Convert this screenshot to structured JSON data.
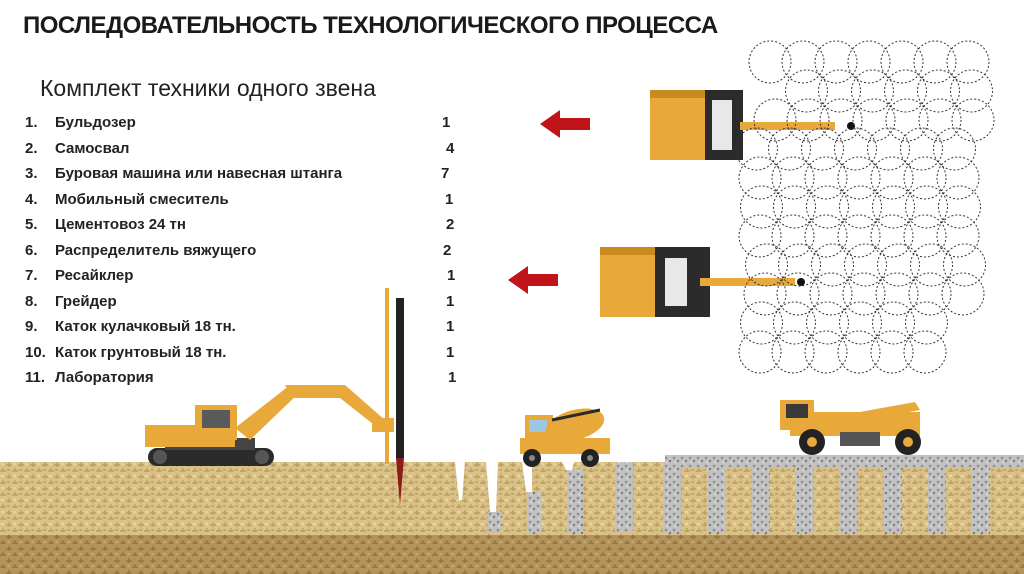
{
  "title": "ПОСЛЕДОВАТЕЛЬНОСТЬ ТЕХНОЛОГИЧЕСКОГО ПРОЦЕССА",
  "subtitle": "Комплект техники одного звена",
  "equipment": [
    {
      "num": "1.",
      "name": "Бульдозер",
      "qty": "1"
    },
    {
      "num": "2.",
      "name": "Самосвал",
      "qty": "4"
    },
    {
      "num": "3.",
      "name": "Буровая машина или навесная штанга",
      "qty": "7"
    },
    {
      "num": "4.",
      "name": "Мобильный смеситель",
      "qty": "1"
    },
    {
      "num": "5.",
      "name": "Цементовоз 24 тн",
      "qty": "2"
    },
    {
      "num": "6.",
      "name": "Распределитель вяжущего",
      "qty": "2"
    },
    {
      "num": "7.",
      "name": "Ресайклер",
      "qty": "1"
    },
    {
      "num": "8.",
      "name": "Грейдер",
      "qty": "1"
    },
    {
      "num": "9.",
      "name": "Каток кулачковый 18 тн.",
      "qty": "1"
    },
    {
      "num": "10.",
      "name": "Каток грунтовый 18 тн.",
      "qty": "1"
    },
    {
      "num": "11.",
      "name": "Лаборатория",
      "qty": "1"
    }
  ],
  "colors": {
    "machine_orange": "#e8a93a",
    "arrow_red": "#c0141b",
    "soil_light": "#dcc48a",
    "soil_dark": "#a88a52",
    "gravel": "#b9b9b9"
  },
  "icons": [
    "excavator-icon",
    "drill-rig-icon",
    "concrete-mixer-icon",
    "recycler-icon",
    "arrow-left-icon"
  ]
}
